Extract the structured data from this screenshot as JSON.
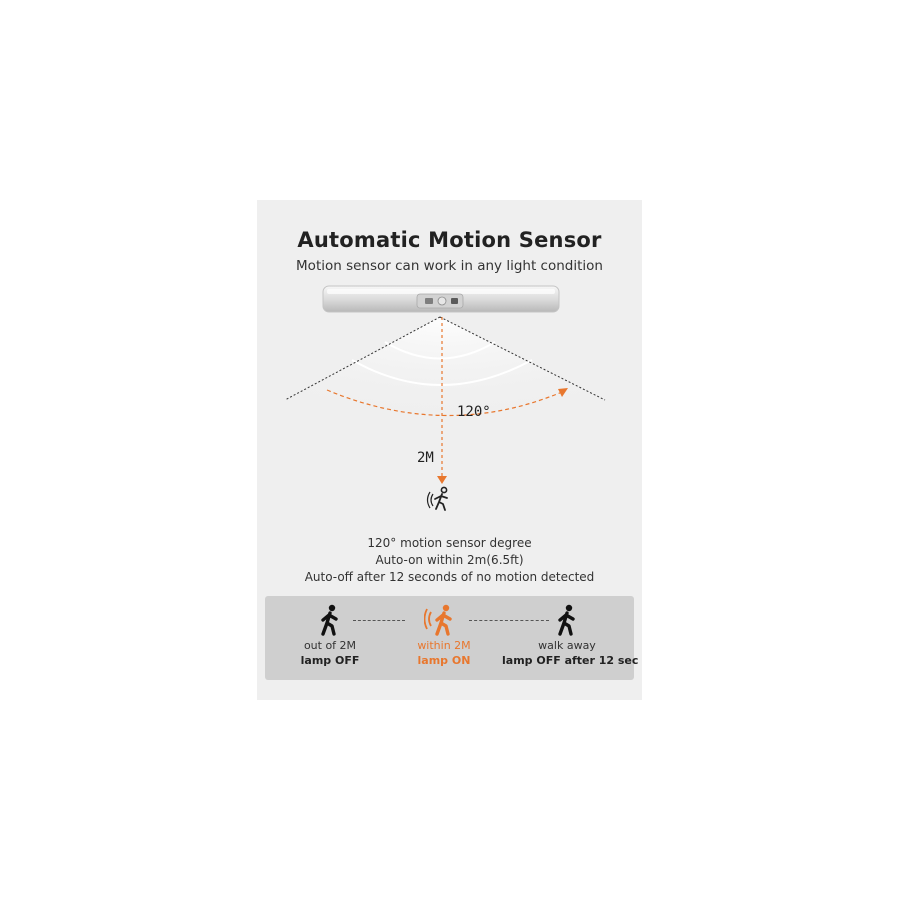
{
  "title": "Automatic Motion Sensor",
  "subtitle": "Motion sensor can work in any light condition",
  "diagram": {
    "angle_label": "120°",
    "distance_label": "2M"
  },
  "description": {
    "line1": "120° motion sensor degree",
    "line2": "Auto-on within 2m(6.5ft)",
    "line3": "Auto-off after 12 seconds of no motion detected"
  },
  "stages": [
    {
      "line1": "out of 2M",
      "line2": "lamp OFF"
    },
    {
      "line1": "within 2M",
      "line2": "lamp ON"
    },
    {
      "line1": "walk away",
      "line2": "lamp OFF after 12 sec"
    }
  ],
  "colors": {
    "accent": "#e8772e",
    "panel": "#efefef",
    "stage_bar": "#cfcfcf"
  },
  "icons": [
    "motion-sensor-light-bar",
    "walking-person-icon",
    "motion-waves-icon"
  ]
}
